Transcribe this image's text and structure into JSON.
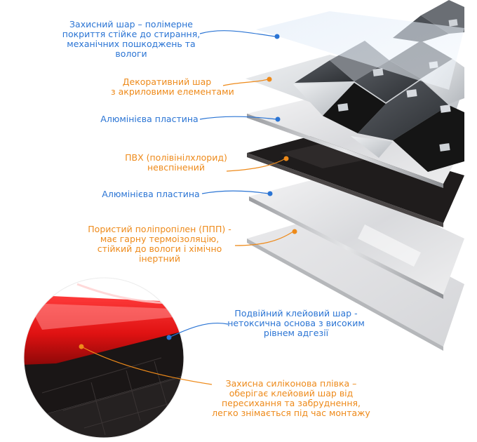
{
  "colors": {
    "blue_label": "#2a74d4",
    "orange_label": "#ee8a1a",
    "film_red": "#e41616",
    "tile_dark": "#3a3d42",
    "tile_silver": "#c9ccd0",
    "pvc_black": "#1d1b1b",
    "aluminium": "#e6e7e9"
  },
  "layers": [
    {
      "id": "protective",
      "lines": [
        "Захисний шар – полімерне",
        "покриття стійке до стирання,",
        "механічних пошкоджень та",
        "вологи"
      ],
      "color": "blue"
    },
    {
      "id": "decorative",
      "lines": [
        "Декоративний шар",
        "з акриловими елементами"
      ],
      "color": "orange"
    },
    {
      "id": "aluminium1",
      "lines": [
        "Алюмінієва пластина"
      ],
      "color": "blue"
    },
    {
      "id": "pvc",
      "lines": [
        "ПВХ (полівінілхлорид)",
        "невспінений"
      ],
      "color": "orange"
    },
    {
      "id": "aluminium2",
      "lines": [
        "Алюмінієва пластина"
      ],
      "color": "blue"
    },
    {
      "id": "polypropylene",
      "lines": [
        "Пористий поліпропілен (ППП) -",
        "має гарну термоізоляцію,",
        "стійкий до вологи і хімічно",
        "інертний"
      ],
      "color": "orange"
    },
    {
      "id": "adhesive",
      "lines": [
        "Подвійний клейовий шар -",
        "нетоксична основа з високим",
        "рівнем адгезії"
      ],
      "color": "blue"
    },
    {
      "id": "silicone",
      "lines": [
        "Захисна силіконова плівка –",
        "оберігає клейовий шар від",
        "пересихання та забруднення,",
        "легко знімається під час монтажу"
      ],
      "color": "orange"
    }
  ]
}
